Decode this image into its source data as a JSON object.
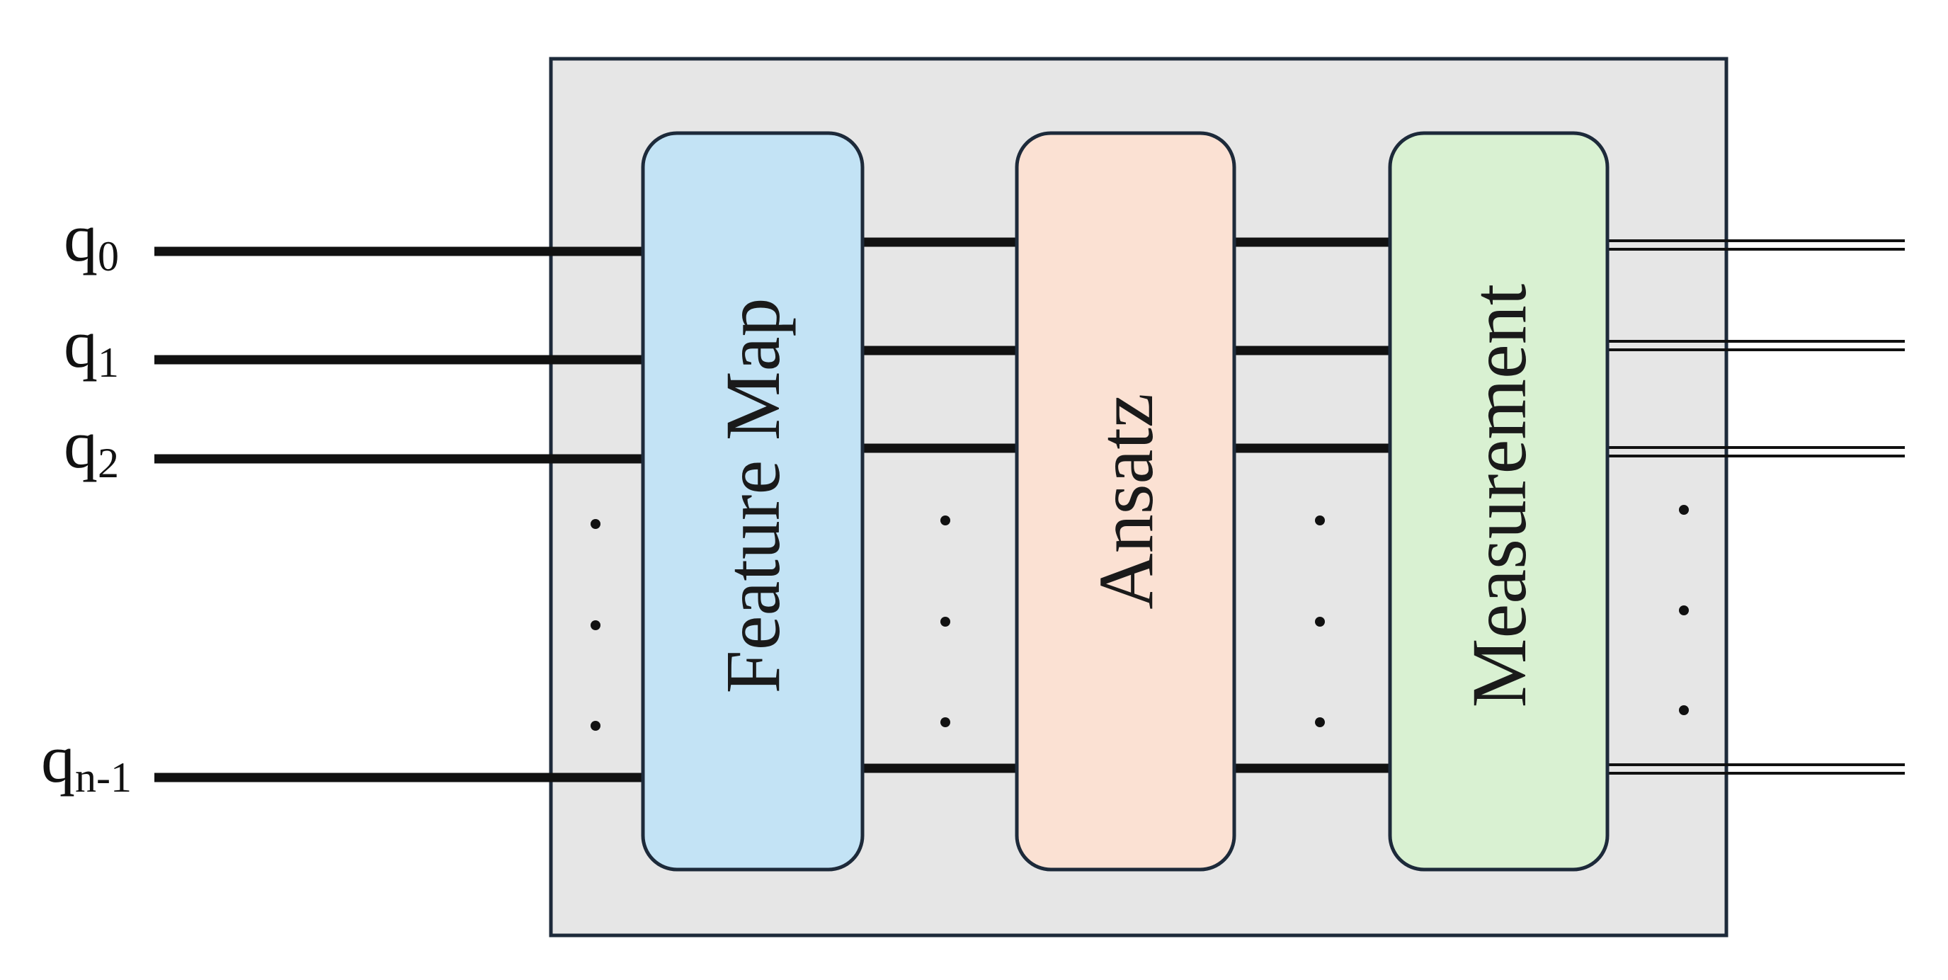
{
  "qubits": [
    {
      "main": "q",
      "sub": "0"
    },
    {
      "main": "q",
      "sub": "1"
    },
    {
      "main": "q",
      "sub": "2"
    },
    {
      "main": "q",
      "sub": "n-1"
    }
  ],
  "blocks": [
    {
      "label": "Feature Map",
      "color": "#c3e3f5"
    },
    {
      "label": "Ansatz",
      "color": "#fbe1d3"
    },
    {
      "label": "Measurement",
      "color": "#d9f1d2"
    }
  ],
  "colors": {
    "container_fill": "#e6e6e6",
    "container_stroke": "#1d2a3a",
    "wire": "#111111"
  }
}
